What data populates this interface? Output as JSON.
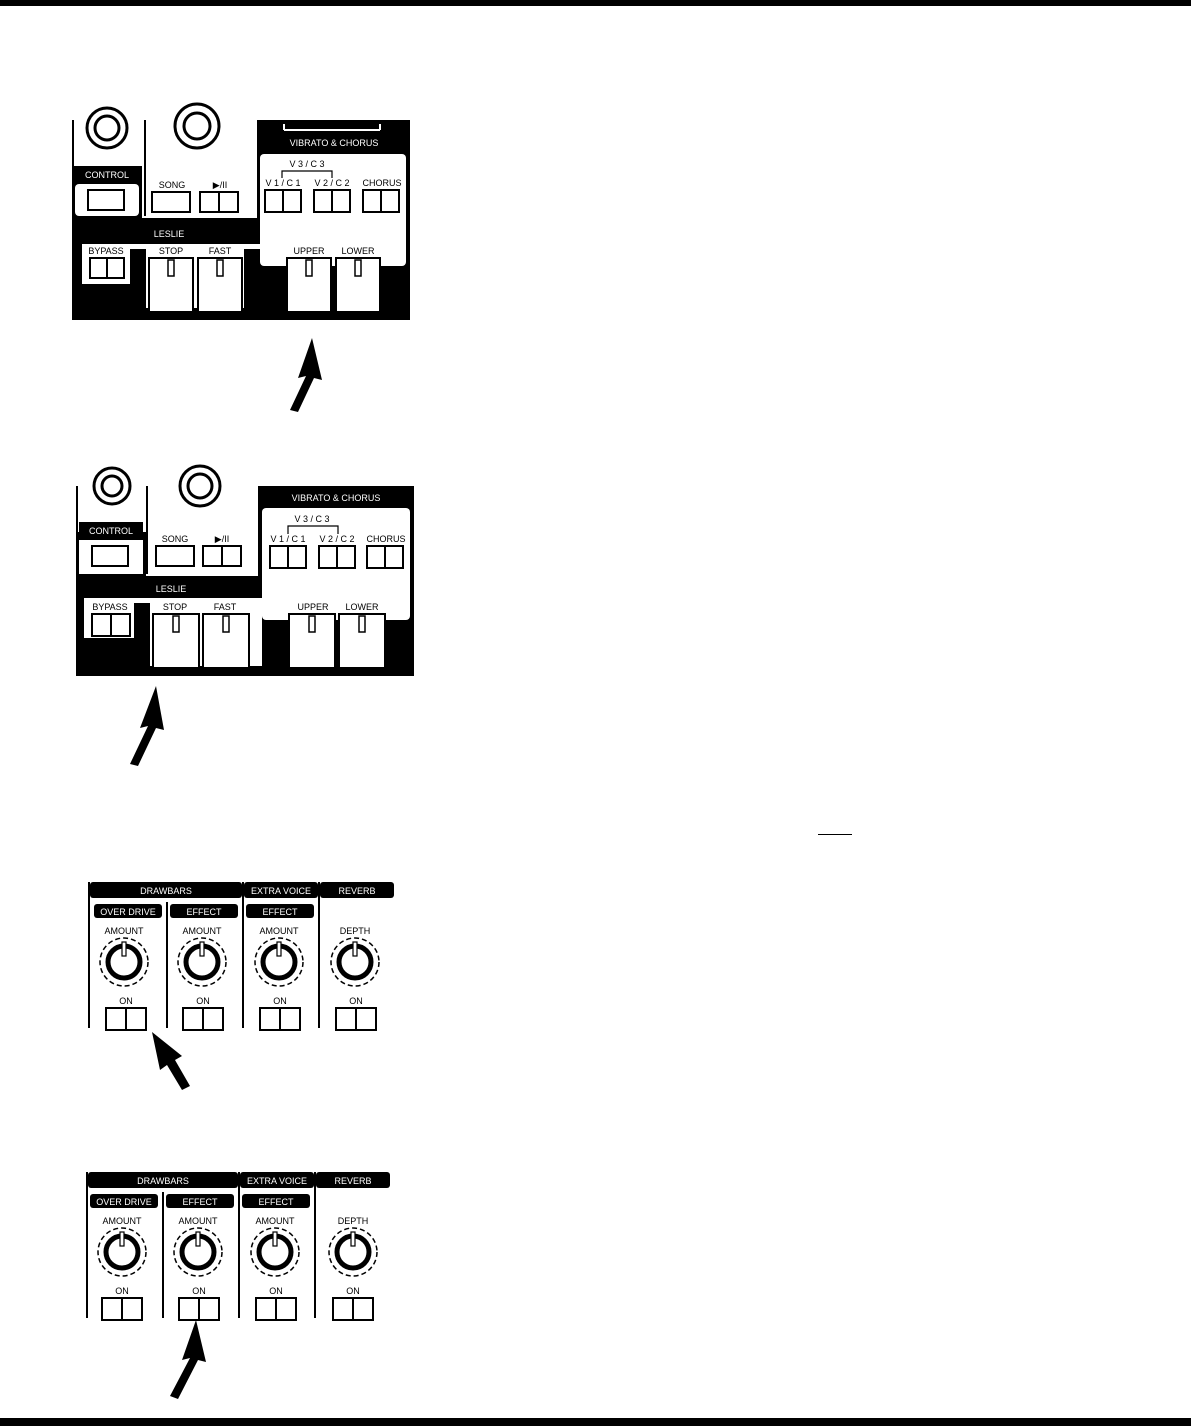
{
  "panel_a": {
    "section_control": "CONTROL",
    "song": "SONG",
    "play_pause": "▶/II",
    "leslie_title": "LESLIE",
    "bypass": "BYPASS",
    "stop": "STOP",
    "fast": "FAST",
    "vibrato_title": "VIBRATO & CHORUS",
    "v3c3": "V 3 / C 3",
    "v1c1": "V 1 / C 1",
    "v2c2": "V 2 / C 2",
    "chorus": "CHORUS",
    "upper": "UPPER",
    "lower": "LOWER"
  },
  "panel_b": {
    "drawbars": "DRAWBARS",
    "extra_voice": "EXTRA VOICE",
    "reverb": "REVERB",
    "over_drive": "OVER DRIVE",
    "effect": "EFFECT",
    "amount": "AMOUNT",
    "depth": "DEPTH",
    "on": "ON"
  }
}
